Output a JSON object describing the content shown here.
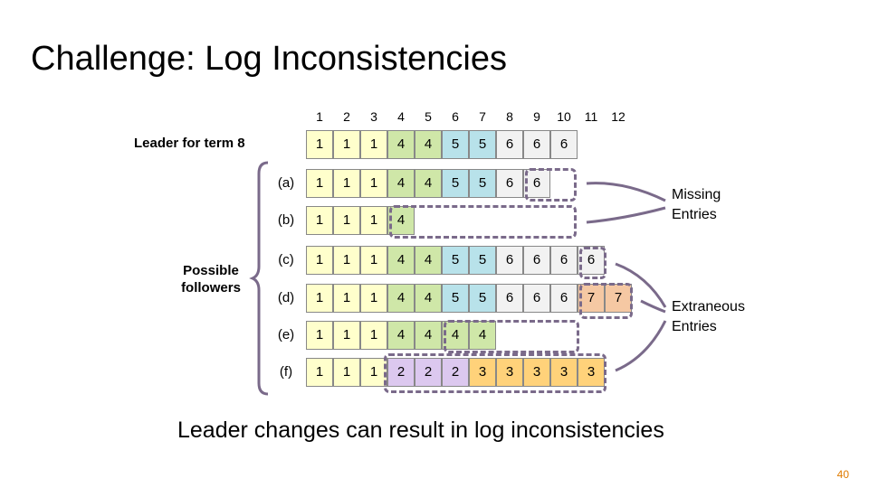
{
  "title": "Challenge:  Log Inconsistencies",
  "indices": [
    "1",
    "2",
    "3",
    "4",
    "5",
    "6",
    "7",
    "8",
    "9",
    "10",
    "11",
    "12"
  ],
  "leader": {
    "label": "Leader for term 8",
    "entries": [
      "1",
      "1",
      "1",
      "4",
      "4",
      "5",
      "5",
      "6",
      "6",
      "6"
    ]
  },
  "followers_label": "Possible followers",
  "followers": [
    {
      "label": "(a)",
      "entries": [
        "1",
        "1",
        "1",
        "4",
        "4",
        "5",
        "5",
        "6",
        "6"
      ]
    },
    {
      "label": "(b)",
      "entries": [
        "1",
        "1",
        "1",
        "4"
      ]
    },
    {
      "label": "(c)",
      "entries": [
        "1",
        "1",
        "1",
        "4",
        "4",
        "5",
        "5",
        "6",
        "6",
        "6",
        "6"
      ]
    },
    {
      "label": "(d)",
      "entries": [
        "1",
        "1",
        "1",
        "4",
        "4",
        "5",
        "5",
        "6",
        "6",
        "6",
        "7",
        "7"
      ]
    },
    {
      "label": "(e)",
      "entries": [
        "1",
        "1",
        "1",
        "4",
        "4",
        "4",
        "4"
      ]
    },
    {
      "label": "(f)",
      "entries": [
        "1",
        "1",
        "1",
        "2",
        "2",
        "2",
        "3",
        "3",
        "3",
        "3",
        "3"
      ]
    }
  ],
  "term_colors": {
    "1": "#ffffcc",
    "2": "#dcc8ef",
    "3": "#ffd27a",
    "4": "#cfe7a8",
    "5": "#b8e2ea",
    "6": "#f2f2f2",
    "7": "#f5c8a3"
  },
  "missing_label": "Missing Entries",
  "extraneous_label": "Extraneous Entries",
  "caption": "Leader changes can result in log inconsistencies",
  "page_number": "40"
}
